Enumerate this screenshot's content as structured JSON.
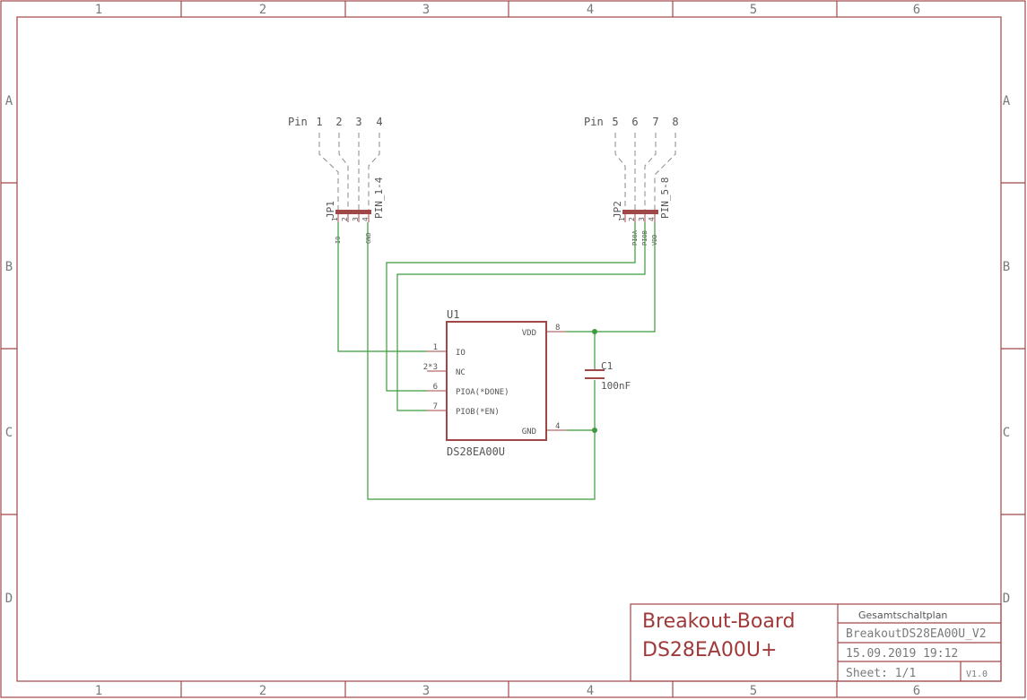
{
  "frame": {
    "columns": [
      "1",
      "2",
      "3",
      "4",
      "5",
      "6"
    ],
    "rows": [
      "A",
      "B",
      "C",
      "D"
    ]
  },
  "connectors": {
    "left": {
      "pin_heading": "Pin",
      "pins": [
        "1",
        "2",
        "3",
        "4"
      ],
      "name": "JP1",
      "value": "PIN_1-4",
      "pad_numbers": [
        "1",
        "2",
        "3",
        "4"
      ],
      "signals": [
        "IO",
        "GND"
      ]
    },
    "right": {
      "pin_heading": "Pin",
      "pins": [
        "5",
        "6",
        "7",
        "8"
      ],
      "name": "JP2",
      "value": "PIN_5-8",
      "pad_numbers": [
        "1",
        "2",
        "3",
        "4"
      ],
      "signals": [
        "PIOA",
        "PIOB",
        "VDD"
      ]
    }
  },
  "ic": {
    "name": "U1",
    "value": "DS28EA00U",
    "left_pins": [
      {
        "number": "1",
        "label": "IO"
      },
      {
        "number": "2*3",
        "label": "NC"
      },
      {
        "number": "6",
        "label": "PIOA(*DONE)"
      },
      {
        "number": "7",
        "label": "PIOB(*EN)"
      }
    ],
    "right_pins": [
      {
        "number": "8",
        "label": "VDD"
      },
      {
        "number": "4",
        "label": "GND"
      }
    ]
  },
  "capacitor": {
    "name": "C1",
    "value": "100nF"
  },
  "title_block": {
    "title_line1": "Breakout-Board",
    "title_line2": "DS28EA00U+",
    "header": "Gesamtschaltplan",
    "filename": "BreakoutDS28EA00U_V2",
    "date": "15.09.2019 19:12",
    "sheet": "Sheet: 1/1",
    "version": "V1.0"
  },
  "colors": {
    "frame": "#a04848",
    "wire": "#3c9a3c",
    "title": "#a03a3a"
  }
}
